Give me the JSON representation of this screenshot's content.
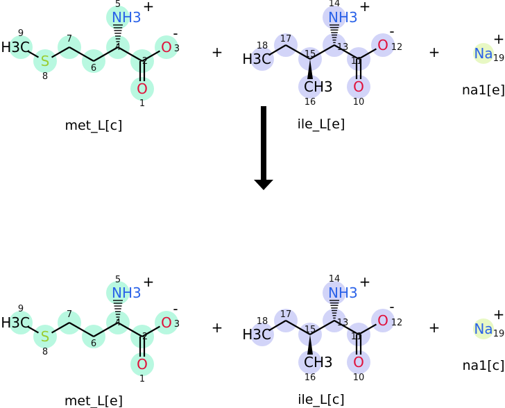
{
  "colors": {
    "met_highlight": "#b8f8e0",
    "ile_highlight": "#d2d4f8",
    "na_highlight": "#e8f8c4",
    "nitrogen": "#2a62e8",
    "oxygen": "#e0103a",
    "sulfur": "#9acd32",
    "sodium": "#a080b0",
    "carbon": "#000000"
  },
  "operators": {
    "plus": "+"
  },
  "top_row": {
    "met": {
      "name": "met_L[c]",
      "atoms": {
        "C9": {
          "label": "H3C",
          "num": "9"
        },
        "S8": {
          "label": "S",
          "num": "8"
        },
        "C7": {
          "num": "7"
        },
        "C6": {
          "num": "6"
        },
        "C4": {
          "num": "4"
        },
        "N5": {
          "label": "NH3",
          "num": "5",
          "charge": "+"
        },
        "C2": {
          "num": "2"
        },
        "O3": {
          "label": "O",
          "num": "3",
          "charge": "-"
        },
        "O1": {
          "label": "O",
          "num": "1"
        }
      }
    },
    "ile": {
      "name": "ile_L[e]",
      "atoms": {
        "C18": {
          "label": "H3C",
          "num": "18"
        },
        "C17": {
          "num": "17"
        },
        "C15": {
          "num": "15"
        },
        "C16": {
          "label": "CH3",
          "num": "16"
        },
        "C13": {
          "num": "13"
        },
        "N14": {
          "label": "NH3",
          "num": "14",
          "charge": "+"
        },
        "C11": {
          "num": "11"
        },
        "O12": {
          "label": "O",
          "num": "12",
          "charge": "-"
        },
        "O10": {
          "label": "O",
          "num": "10"
        }
      }
    },
    "na": {
      "name": "na1[e]",
      "atoms": {
        "Na19": {
          "label": "Na",
          "num": "19",
          "charge": "+"
        }
      }
    }
  },
  "bottom_row": {
    "met": {
      "name": "met_L[e]",
      "atoms": {
        "C9": {
          "label": "H3C",
          "num": "9"
        },
        "S8": {
          "label": "S",
          "num": "8"
        },
        "C7": {
          "num": "7"
        },
        "C6": {
          "num": "6"
        },
        "C4": {
          "num": "4"
        },
        "N5": {
          "label": "NH3",
          "num": "5",
          "charge": "+"
        },
        "C2": {
          "num": "2"
        },
        "O3": {
          "label": "O",
          "num": "3",
          "charge": "-"
        },
        "O1": {
          "label": "O",
          "num": "1"
        }
      }
    },
    "ile": {
      "name": "ile_L[c]",
      "atoms": {
        "C18": {
          "label": "H3C",
          "num": "18"
        },
        "C17": {
          "num": "17"
        },
        "C15": {
          "num": "15"
        },
        "C16": {
          "label": "CH3",
          "num": "16"
        },
        "C13": {
          "num": "13"
        },
        "N14": {
          "label": "NH3",
          "num": "14",
          "charge": "+"
        },
        "C11": {
          "num": "11"
        },
        "O12": {
          "label": "O",
          "num": "12",
          "charge": "-"
        },
        "O10": {
          "label": "O",
          "num": "10"
        }
      }
    },
    "na": {
      "name": "na1[c]",
      "atoms": {
        "Na19": {
          "label": "Na",
          "num": "19",
          "charge": "+"
        }
      }
    }
  }
}
